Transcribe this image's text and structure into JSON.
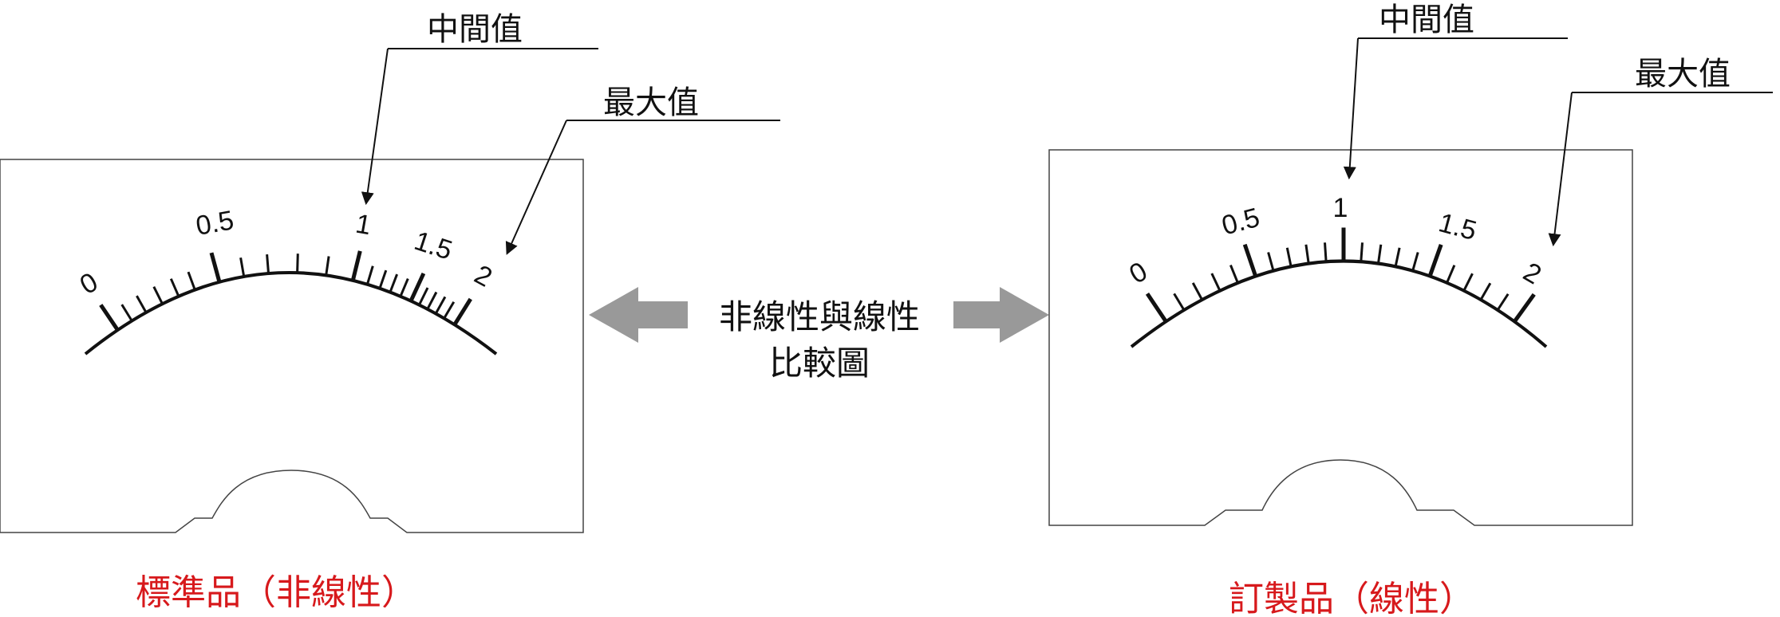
{
  "callouts": {
    "mid_label": "中間值",
    "max_label": "最大值"
  },
  "center_label": {
    "line1": "非線性與線性",
    "line2": "比較圖"
  },
  "left_meter": {
    "caption": "標準品（非線性）",
    "scale_labels": [
      "0",
      "0.5",
      "1",
      "1.5",
      "2"
    ]
  },
  "right_meter": {
    "caption": "訂製品（線性）",
    "scale_labels": [
      "0",
      "0.5",
      "1",
      "1.5",
      "2"
    ]
  },
  "colors": {
    "caption": "#d7191c",
    "arrow": "#999999",
    "ink": "#111111"
  }
}
